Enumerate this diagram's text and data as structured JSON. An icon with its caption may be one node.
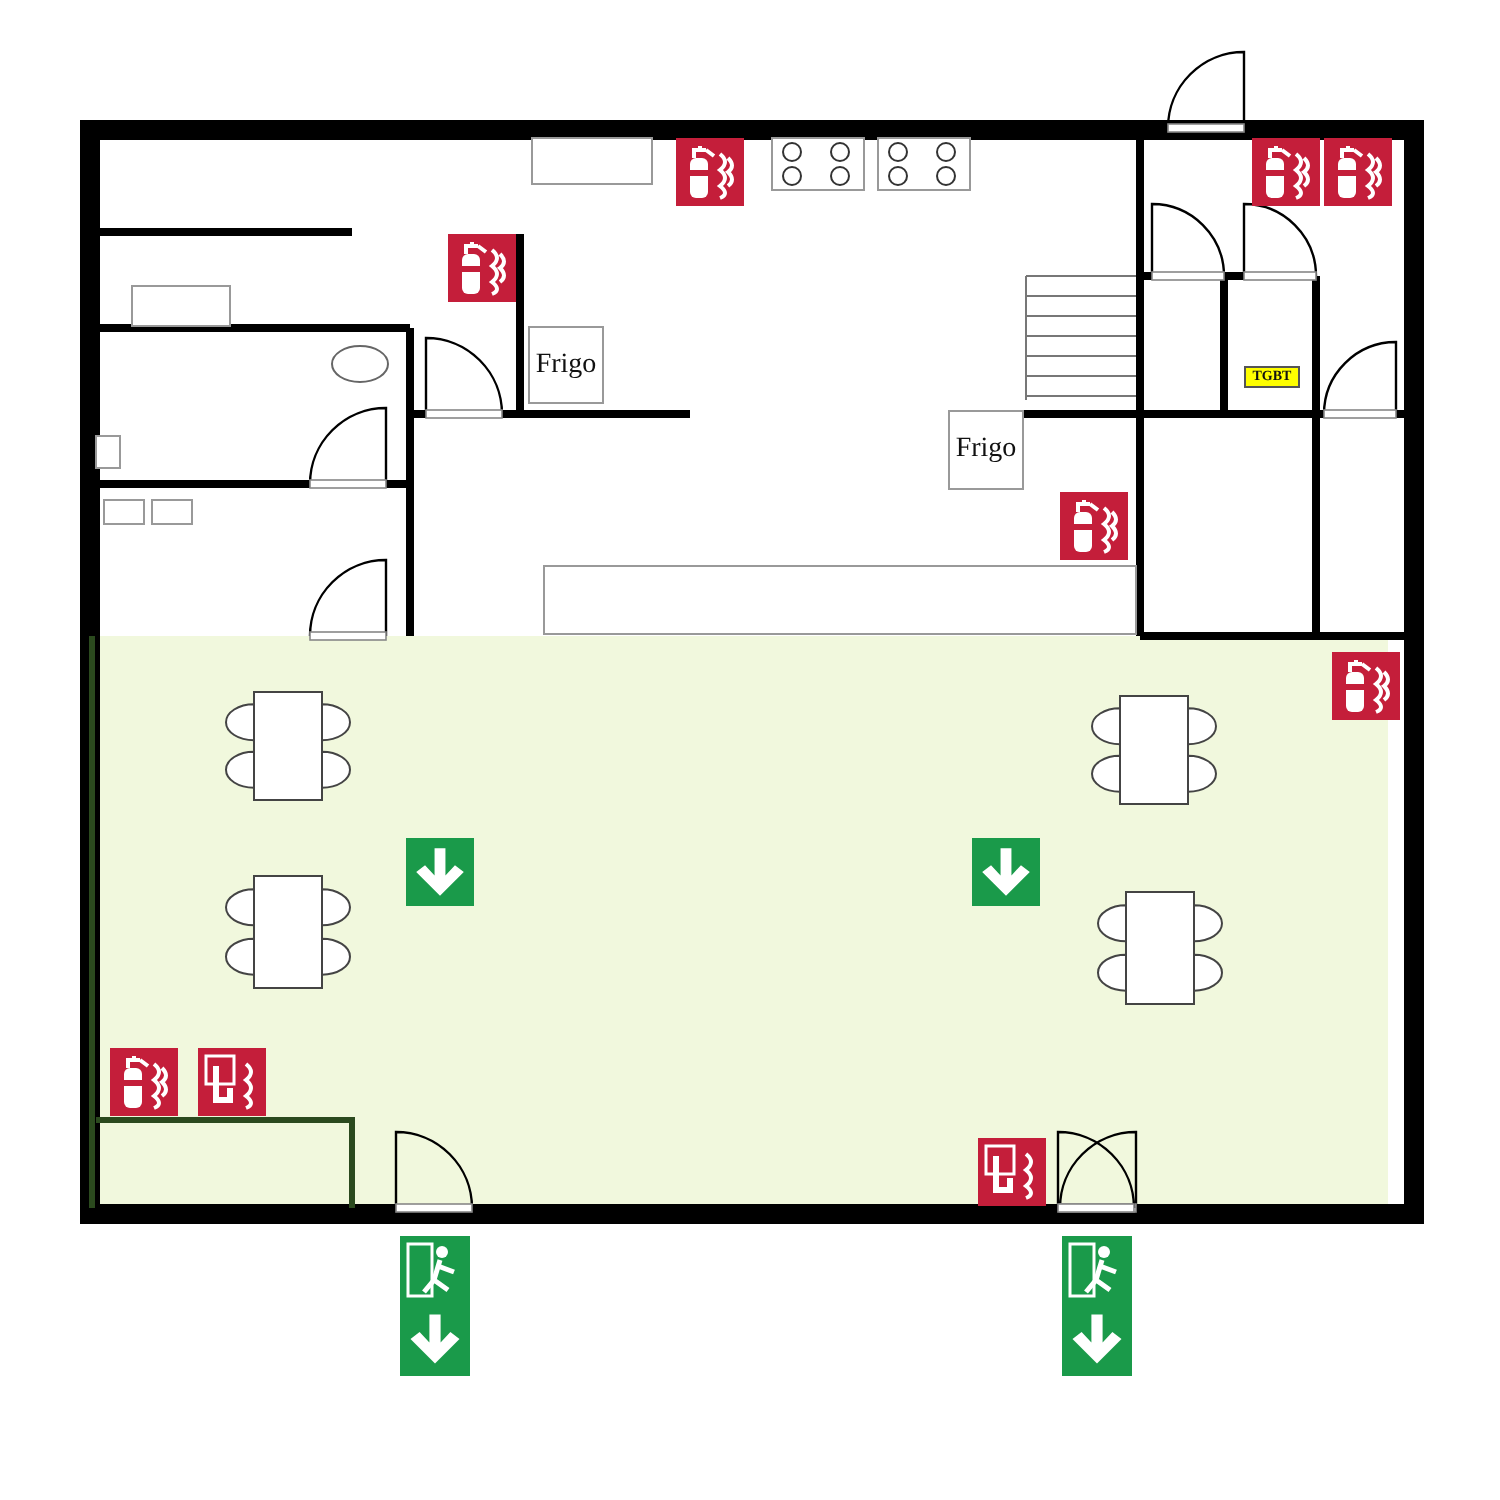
{
  "diagram": {
    "nodes": [
      {
        "text": [
          "Frigo"
        ]
      },
      {
        "text": [
          "Frigo"
        ]
      },
      {
        "text": [
          "TGBT"
        ]
      }
    ]
  }
}
